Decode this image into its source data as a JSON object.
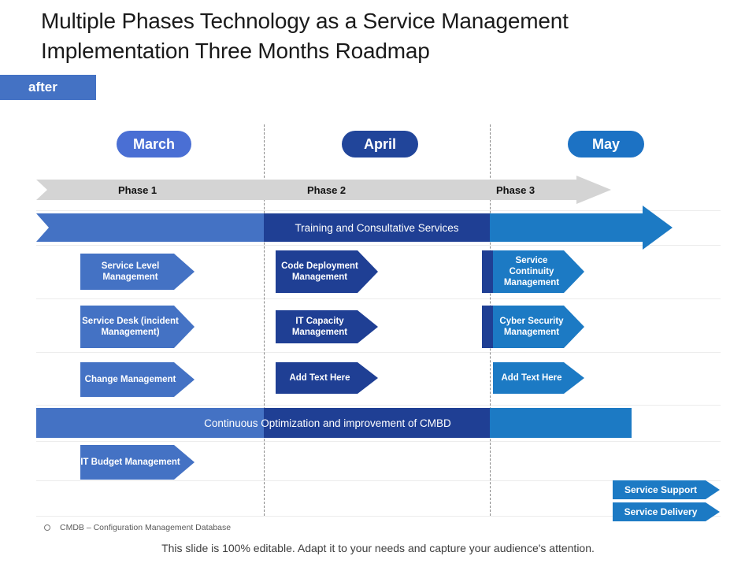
{
  "slide": {
    "title": "Multiple Phases Technology as a Service Management Implementation Three Months Roadmap",
    "badge_label": "after",
    "footnote_text": "CMDB  –  Configuration Management Database",
    "caption": "This slide is 100% editable. Adapt it to your needs and capture your audience's attention."
  },
  "colors": {
    "march": "#4472c4",
    "april": "#1f3f94",
    "may": "#1c7ac4",
    "phase_bar": "#d4d4d4",
    "badge": "#4472c4"
  },
  "months": [
    {
      "label": "March",
      "color": "#4a6fd4"
    },
    {
      "label": "April",
      "color": "#21459a"
    },
    {
      "label": "May",
      "color": "#1c72c4"
    }
  ],
  "phases": [
    {
      "label": "Phase 1"
    },
    {
      "label": "Phase 2"
    },
    {
      "label": "Phase 3"
    }
  ],
  "bands": [
    {
      "label": "Training and Consultative Services"
    },
    {
      "label": "Continuous Optimization and improvement of CMBD"
    }
  ],
  "tasks": {
    "row1": [
      {
        "label": "Service Level Management",
        "month": "March"
      },
      {
        "label": "Code Deployment Management",
        "month": "April"
      },
      {
        "label": "Service Continuity Management",
        "month": "May"
      }
    ],
    "row2": [
      {
        "label": "Service Desk (incident Management)",
        "month": "March"
      },
      {
        "label": "IT Capacity Management",
        "month": "April"
      },
      {
        "label": "Cyber Security Management",
        "month": "May"
      }
    ],
    "row3": [
      {
        "label": "Change Management",
        "month": "March"
      },
      {
        "label": "Add  Text Here",
        "month": "April"
      },
      {
        "label": "Add  Text Here",
        "month": "May"
      }
    ],
    "row4": [
      {
        "label": "IT Budget Management",
        "month": "March"
      }
    ]
  },
  "legend": [
    {
      "label": "Service Support"
    },
    {
      "label": "Service Delivery"
    }
  ]
}
